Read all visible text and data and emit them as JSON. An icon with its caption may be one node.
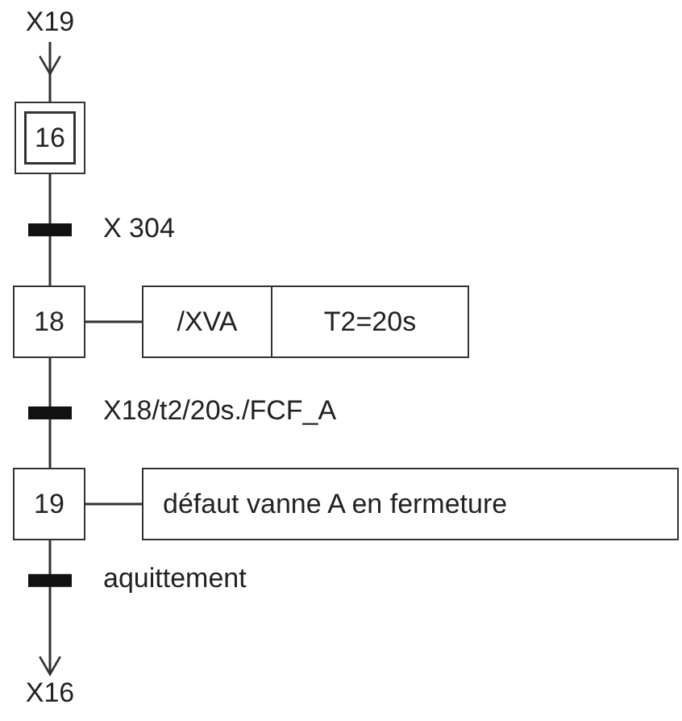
{
  "diagram": {
    "nodes": [
      {
        "text": [
          "X19"
        ]
      },
      {
        "text": [
          "16"
        ]
      },
      {
        "text": [
          "18"
        ]
      },
      {
        "text": [
          "/XVA",
          "T2=20s"
        ]
      },
      {
        "text": [
          "19"
        ]
      },
      {
        "text": [
          "défaut vanne A en fermeture"
        ]
      },
      {
        "text": [
          "X16"
        ]
      }
    ],
    "edges": [
      {
        "from": 0,
        "to": 1,
        "arrow": "to"
      },
      {
        "from": 1,
        "to": 2,
        "arrow": "none",
        "label": "X 304"
      },
      {
        "from": 2,
        "to": 3,
        "arrow": "none"
      },
      {
        "from": 2,
        "to": 4,
        "arrow": "none",
        "label": "X18/t2/20s./FCF_A"
      },
      {
        "from": 4,
        "to": 5,
        "arrow": "none"
      },
      {
        "from": 4,
        "to": 6,
        "arrow": "to",
        "label": "aquittement"
      }
    ]
  }
}
